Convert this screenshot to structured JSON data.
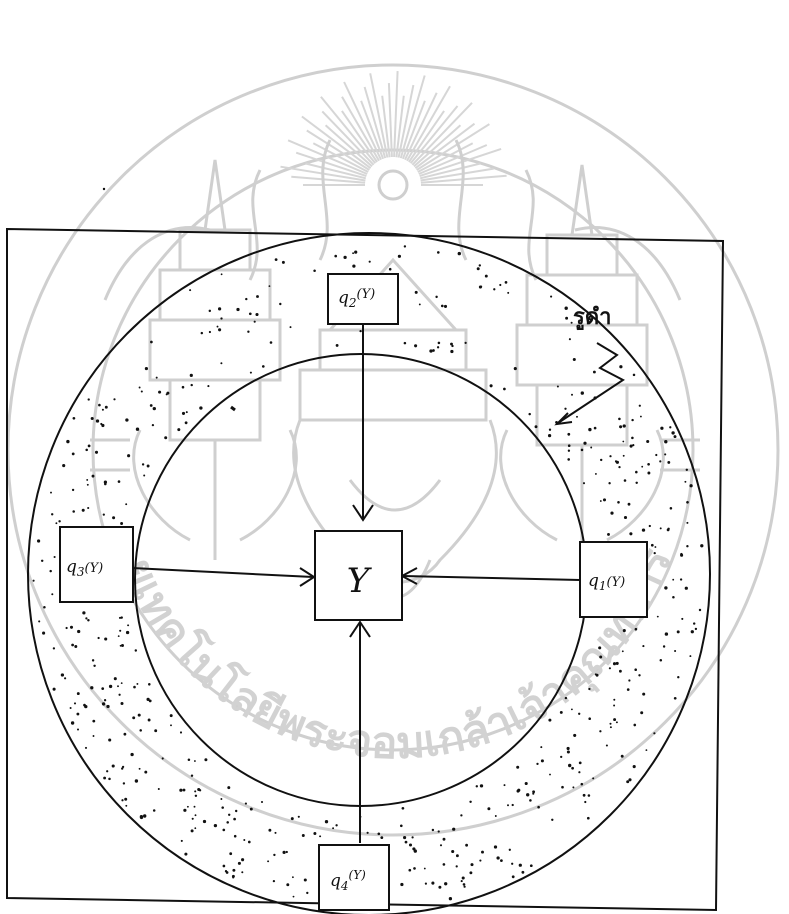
{
  "watermark": {
    "text": "มหาวิทยาลัยเทคโนโลยีพระจอมเกล้าเจ้าคุณทหารลาดกระบัง"
  },
  "diagram": {
    "center": {
      "label": "Y"
    },
    "nodes": [
      {
        "id": "q2",
        "base": "q",
        "sub": "2",
        "arg": "(Y)"
      },
      {
        "id": "q3",
        "base": "q",
        "sub": "3",
        "arg": "(Y)"
      },
      {
        "id": "q1",
        "base": "q",
        "sub": "1",
        "arg": "(Y)"
      },
      {
        "id": "q4",
        "base": "q",
        "sub": "4",
        "arg": "(Y)"
      }
    ],
    "annotation": {
      "label": "รูดำ"
    }
  }
}
